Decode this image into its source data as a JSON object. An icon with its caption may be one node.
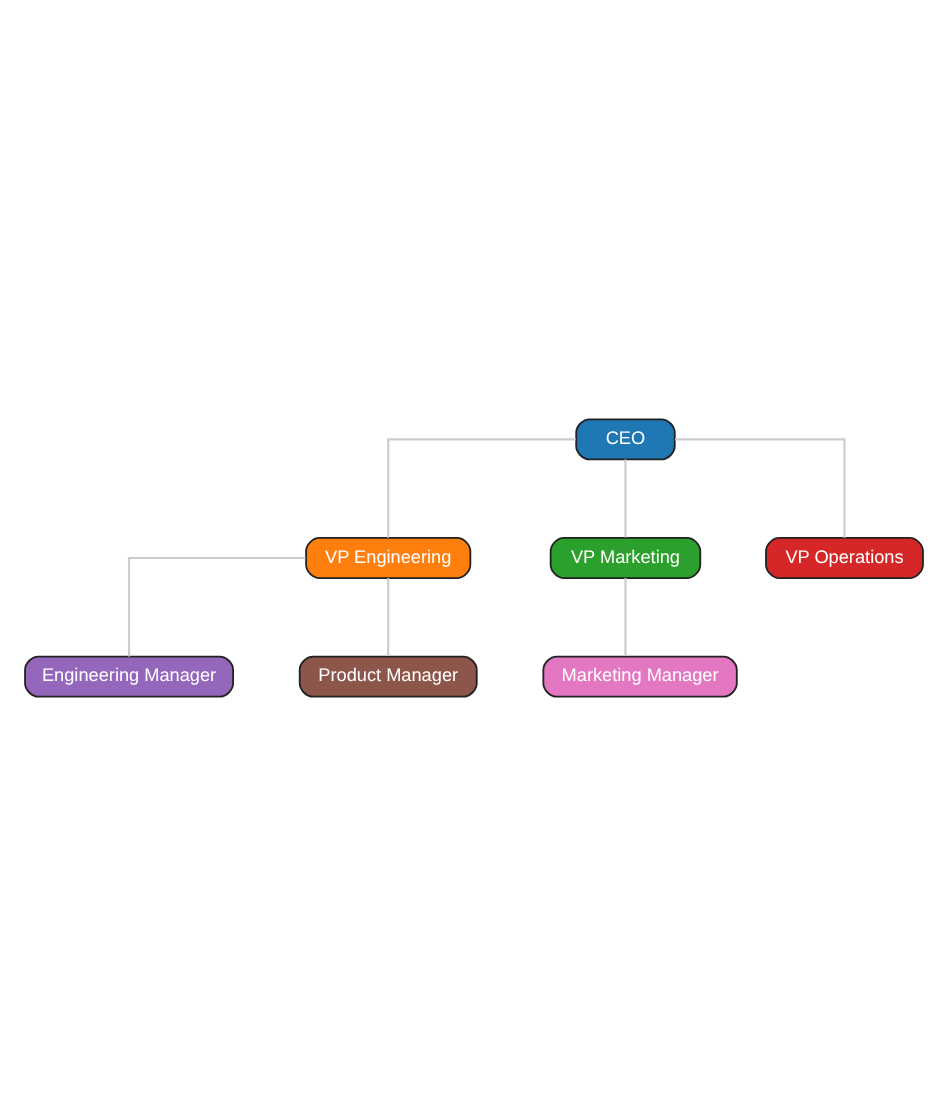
{
  "diagram": {
    "nodes": [
      {
        "text": [
          "CEO"
        ]
      },
      {
        "text": [
          "VP Engineering"
        ]
      },
      {
        "text": [
          "VP Marketing"
        ]
      },
      {
        "text": [
          "VP Operations"
        ]
      },
      {
        "text": [
          "Engineering Manager"
        ]
      },
      {
        "text": [
          "Product Manager"
        ]
      },
      {
        "text": [
          "Marketing Manager"
        ]
      }
    ],
    "edges": [
      {
        "from": 0,
        "to": 1,
        "arrow": "none"
      },
      {
        "from": 0,
        "to": 2,
        "arrow": "none"
      },
      {
        "from": 0,
        "to": 3,
        "arrow": "none"
      },
      {
        "from": 1,
        "to": 4,
        "arrow": "none"
      },
      {
        "from": 1,
        "to": 5,
        "arrow": "none"
      },
      {
        "from": 2,
        "to": 6,
        "arrow": "none"
      }
    ]
  }
}
